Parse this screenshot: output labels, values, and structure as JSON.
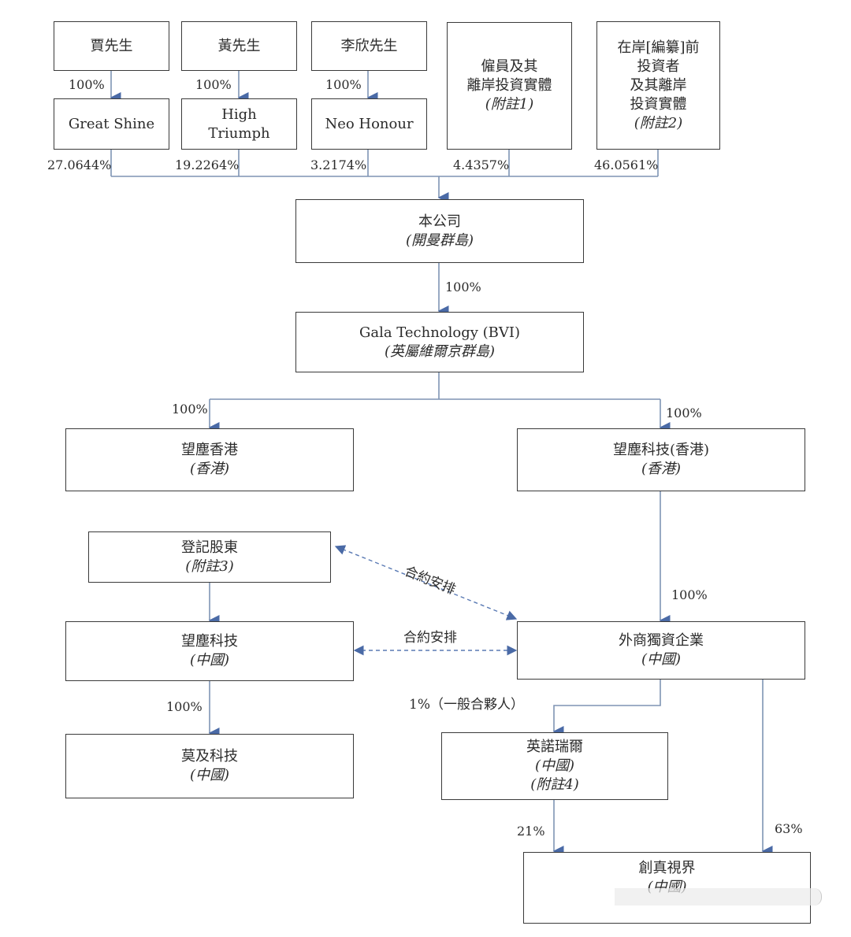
{
  "colors": {
    "line": "#7f94b4",
    "arrow": "#4a6aa6",
    "dashed": "#5a7ab4",
    "box_border": "#3a3a3a"
  },
  "nodes": {
    "jia": {
      "name": "賈先生"
    },
    "huang": {
      "name": "黃先生"
    },
    "li": {
      "name": "李欣先生"
    },
    "great_shine": {
      "name": "Great Shine"
    },
    "high_triumph": {
      "name_line1": "High",
      "name_line2": "Triumph"
    },
    "neo_honour": {
      "name": "Neo Honour"
    },
    "employees": {
      "line1": "僱員及其",
      "line2": "離岸投資實體",
      "note": "(附註1)"
    },
    "onshore": {
      "line1": "在岸[編纂]前",
      "line2": "投資者",
      "line3": "及其離岸",
      "line4": "投資實體",
      "note": "(附註2)"
    },
    "company": {
      "name": "本公司",
      "jurisdiction": "(開曼群島)"
    },
    "gala_bvi": {
      "name": "Gala Technology (BVI)",
      "jurisdiction": "(英屬維爾京群島)"
    },
    "wangzuo_hk": {
      "name": "望塵香港",
      "jurisdiction": "(香港)"
    },
    "wangzuo_tech_hk": {
      "name": "望塵科技(香港)",
      "jurisdiction": "(香港)"
    },
    "registered_shareholders": {
      "name": "登記股東",
      "note": "(附註3)"
    },
    "wangzuo_tech_cn": {
      "name": "望塵科技",
      "jurisdiction": "(中國)"
    },
    "wfoe": {
      "name": "外商獨資企業",
      "jurisdiction": "(中國)"
    },
    "moji_tech": {
      "name": "莫及科技",
      "jurisdiction": "(中國)"
    },
    "yingnuoruier": {
      "name": "英諾瑞爾",
      "jurisdiction": "(中國)",
      "note": "(附註4)"
    },
    "chuangzhen": {
      "name": "創真視界",
      "jurisdiction": "(中國)"
    }
  },
  "edges": {
    "jia_great_shine": "100%",
    "huang_high_triumph": "100%",
    "li_neo_honour": "100%",
    "great_shine_company": "27.0644%",
    "high_triumph_company": "19.2264%",
    "neo_honour_company": "3.2174%",
    "employees_company": "4.4357%",
    "onshore_company": "46.0561%",
    "company_gala": "100%",
    "gala_wangzuo_hk": "100%",
    "gala_wangzuo_tech_hk": "100%",
    "wangzuo_tech_hk_wfoe": "100%",
    "contract_diag": "合約安排",
    "contract_horiz": "合約安排",
    "wangzuo_tech_cn_moji": "100%",
    "wfoe_yingnuoruier": "1%（一般合夥人）",
    "yingnuoruier_chuangzhen": "21%",
    "wfoe_chuangzhen": "63%"
  }
}
